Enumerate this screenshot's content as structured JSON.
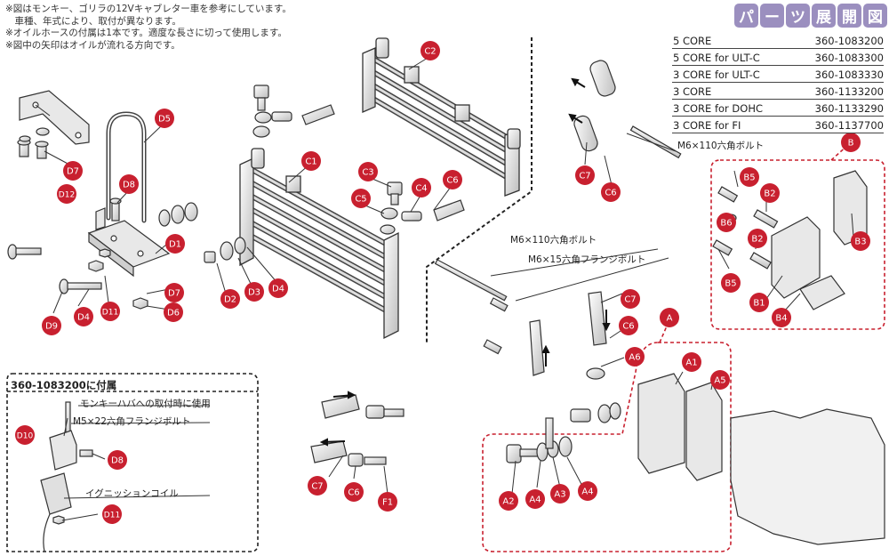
{
  "notes": [
    "※図はモンキー、ゴリラの12Vキャブレター車を参考にしています。",
    "　車種、年式により、取付が異なります。",
    "※オイルホースの付属は1本です。適度な長さに切って使用します。",
    "※図中の矢印はオイルが流れる方向です。"
  ],
  "title_chars": [
    "パ",
    "ー",
    "ツ",
    "展",
    "開",
    "図"
  ],
  "models": [
    {
      "name": "5 CORE",
      "code": "360-1083200"
    },
    {
      "name": "5 CORE for ULT-C",
      "code": "360-1083300"
    },
    {
      "name": "3 CORE for ULT-C",
      "code": "360-1083330"
    },
    {
      "name": "3 CORE",
      "code": "360-1133200"
    },
    {
      "name": "3 CORE for DOHC",
      "code": "360-1133290"
    },
    {
      "name": "3 CORE for FI",
      "code": "360-1137700"
    }
  ],
  "labels": {
    "bolt_m6_110_b": "M6×110六角ボルト",
    "bolt_m6_110": "M6×110六角ボルト",
    "bolt_m6_15": "M6×15六角フランジボルト",
    "inset_title": "360-1083200に付属",
    "monkey_frame": "モンキーハバへの取付時に使用",
    "bolt_m5_22": "M5×22六角フランジボルト",
    "ignition_coil": "イグニッションコイル"
  },
  "parts": [
    "A",
    "A1",
    "A2",
    "A3",
    "A4",
    "A4",
    "A5",
    "A6",
    "B",
    "B1",
    "B2",
    "B2",
    "B3",
    "B4",
    "B5",
    "B5",
    "B6",
    "C1",
    "C2",
    "C3",
    "C4",
    "C5",
    "C6",
    "C6",
    "C6",
    "C6",
    "C7",
    "C7",
    "C7",
    "D1",
    "D2",
    "D3",
    "D4",
    "D4",
    "D5",
    "D6",
    "D7",
    "D7",
    "D8",
    "D8",
    "D9",
    "D10",
    "D11",
    "D11",
    "D12",
    "F1"
  ],
  "colors": {
    "badge": "#c8202f",
    "title_bg": "#9b8fbf",
    "dash": "#c8202f"
  }
}
